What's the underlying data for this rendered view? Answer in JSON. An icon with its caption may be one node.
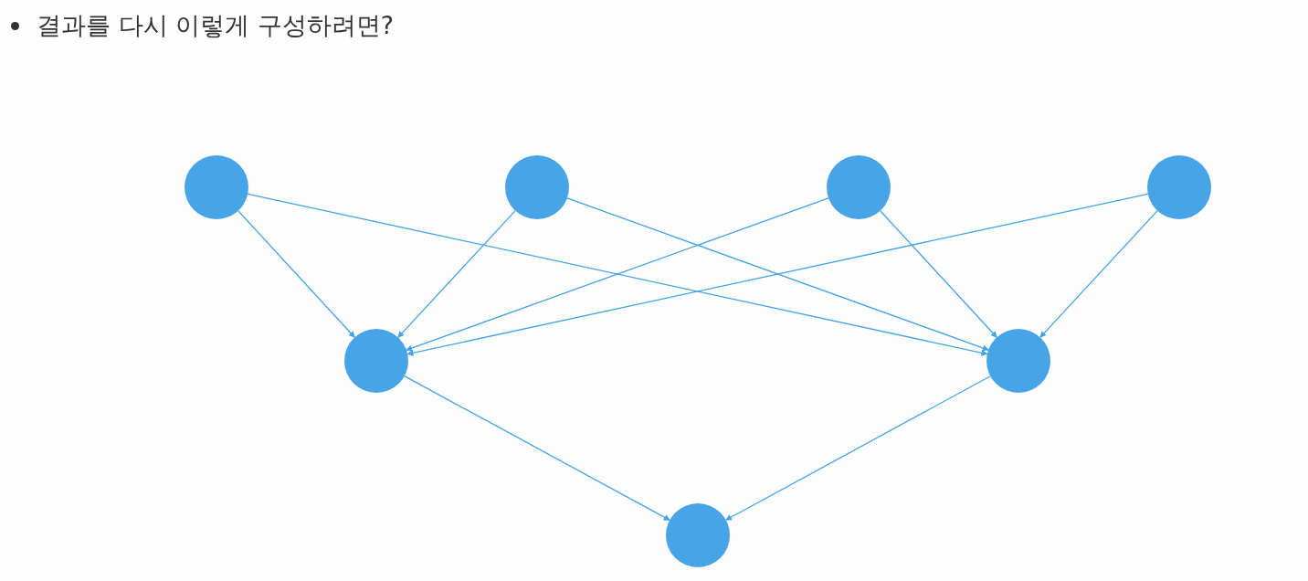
{
  "diagram": {
    "title": "결과를 다시 이렇게 구성하려면?",
    "nodes": [
      {
        "text": [],
        "shape": "circle"
      },
      {
        "text": [],
        "shape": "circle"
      },
      {
        "text": [],
        "shape": "circle"
      },
      {
        "text": [],
        "shape": "circle"
      },
      {
        "text": [],
        "shape": "circle"
      },
      {
        "text": [],
        "shape": "circle"
      },
      {
        "text": [],
        "shape": "circle"
      }
    ],
    "edges": [
      {
        "from": 0,
        "to": 4,
        "arrow": "to"
      },
      {
        "from": 0,
        "to": 5,
        "arrow": "to"
      },
      {
        "from": 1,
        "to": 4,
        "arrow": "to"
      },
      {
        "from": 1,
        "to": 5,
        "arrow": "to"
      },
      {
        "from": 2,
        "to": 4,
        "arrow": "to"
      },
      {
        "from": 2,
        "to": 5,
        "arrow": "to"
      },
      {
        "from": 3,
        "to": 4,
        "arrow": "to"
      },
      {
        "from": 3,
        "to": 5,
        "arrow": "to"
      },
      {
        "from": 4,
        "to": 6,
        "arrow": "to"
      },
      {
        "from": 5,
        "to": 6,
        "arrow": "to"
      }
    ]
  }
}
